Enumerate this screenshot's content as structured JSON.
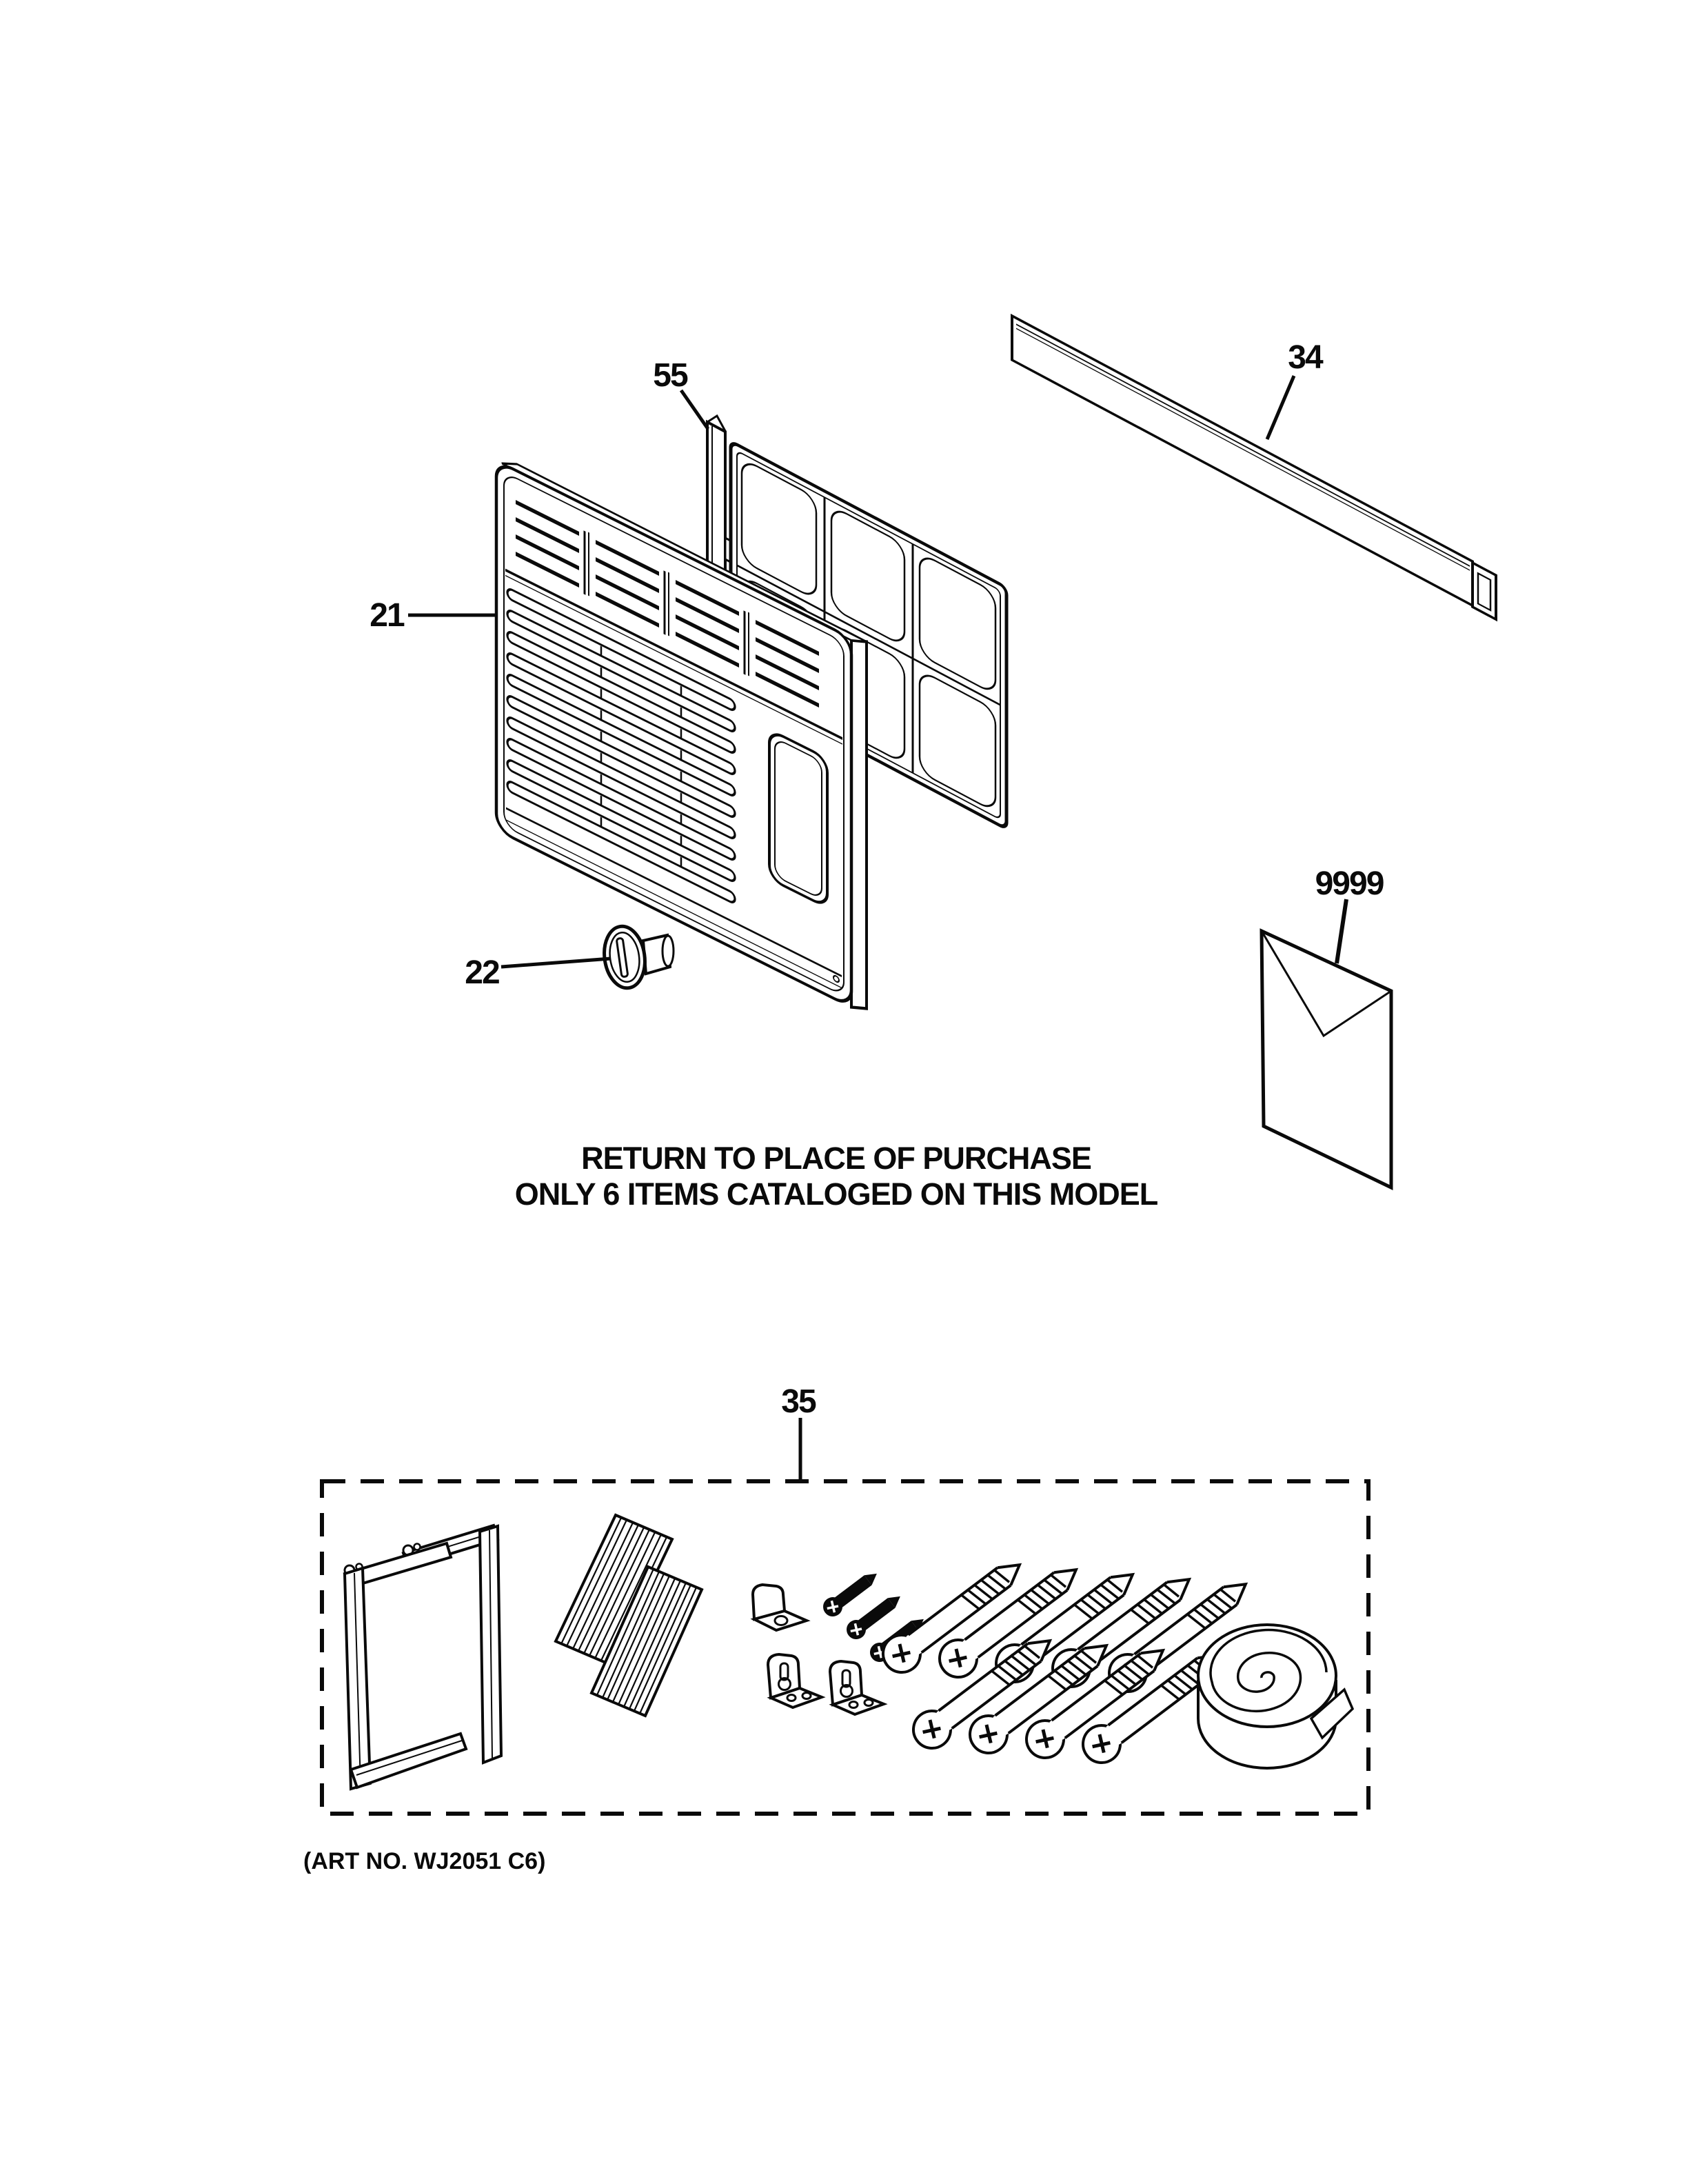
{
  "document": {
    "kind": "appliance exploded parts diagram",
    "background_color": "#ffffff",
    "ink_color": "#0a0a0a"
  },
  "callouts": {
    "filter": {
      "number": "55"
    },
    "front_grille": {
      "number": "21"
    },
    "seal_strip": {
      "number": "34"
    },
    "control_knob": {
      "number": "22"
    },
    "literature_envelope": {
      "number": "9999"
    },
    "hardware_kit": {
      "number": "35"
    }
  },
  "notice": {
    "line1": "RETURN TO PLACE OF PURCHASE",
    "line2": "ONLY 6 ITEMS CATALOGED ON THIS MODEL"
  },
  "footer": {
    "art_number": "(ART NO. WJ2051 C6)"
  }
}
